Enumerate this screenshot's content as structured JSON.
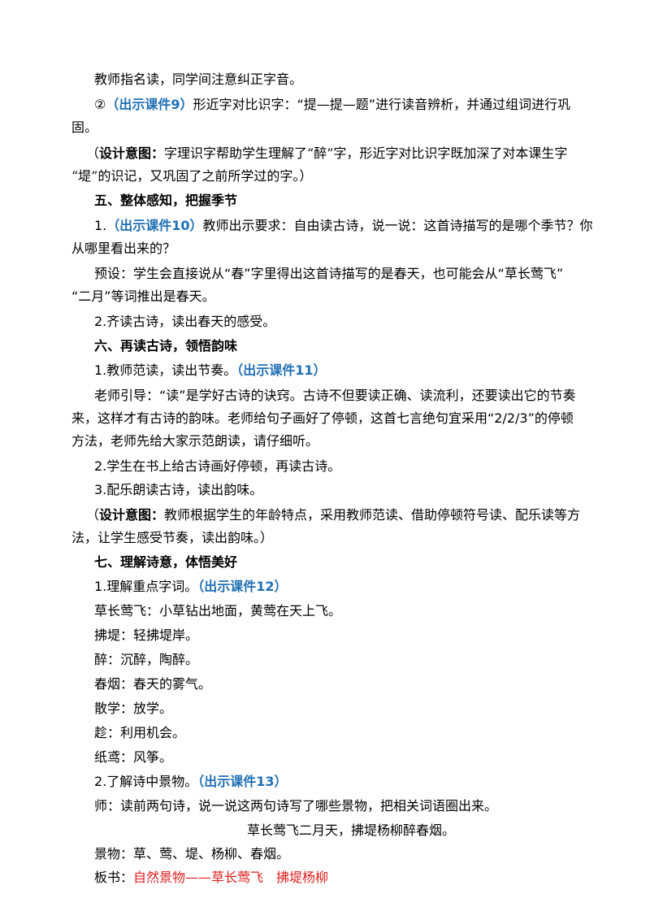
{
  "lines": {
    "p1": "教师指名读，同学间注意纠正字音。",
    "p2_num": "②",
    "p2_tag": "（出示课件9）",
    "p2_text": "形近字对比识字：“提—提—题”进行读音辨析，并通过组词进行巩",
    "p2_cont": "固。",
    "p3_open": "（",
    "p3_label": "设计意图：",
    "p3_text": "字理识字帮助学生理解了“醉”字，形近字对比识字既加深了对本课生字",
    "p3_cont": "“堤”的识记，又巩固了之前所学过的字。）",
    "h5": "五、整体感知，把握季节",
    "s5_1_num": "1.",
    "s5_1_tag": "（出示课件10）",
    "s5_1_text": "教师出示要求：自由读古诗，说一说：这首诗描写的是哪个季节？你",
    "s5_1_cont": "从哪里看出来的？",
    "s5_pre": "预设：学生会直接说从“春”字里得出这首诗描写的是春天，也可能会从“草长莺飞”",
    "s5_pre_cont": "“二月”等词推出是春天。",
    "s5_2": "2.齐读古诗，读出春天的感受。",
    "h6": "六、再读古诗，领悟韵味",
    "s6_1_text": "1.教师范读，读出节奏。",
    "s6_1_tag": "（出示课件11）",
    "s6_guide1": "老师引导：“读”是学好古诗的诀窍。古诗不但要读正确、读流利，还要读出它的节奏",
    "s6_guide2": "来，这样才有古诗的韵味。老师给句子画好了停顿，这首七言绝句宜采用“2/2/3”的停顿",
    "s6_guide3": "方法，老师先给大家示范朗读，请仔细听。",
    "s6_2": "2.学生在书上给古诗画好停顿，再读古诗。",
    "s6_3": "3.配乐朗读古诗，读出韵味。",
    "s6_d_open": "（",
    "s6_d_label": "设计意图：",
    "s6_d_text": "教师根据学生的年龄特点，采用教师范读、借助停顿符号读、配乐读等方",
    "s6_d_cont": "法，让学生感受节奏，读出韵味。）",
    "h7": "七、理解诗意，体悟美好",
    "s7_1_text": "1.理解重点字词。",
    "s7_1_tag": "（出示课件12）",
    "w1": "草长莺飞：小草钻出地面，黄莺在天上飞。",
    "w2": "拂堤：轻拂堤岸。",
    "w3": "醉：沉醉，陶醉。",
    "w4": "春烟：春天的雾气。",
    "w5": "散学：放学。",
    "w6": "趁：利用机会。",
    "w7": "纸鸢：风筝。",
    "s7_2_text": "2.了解诗中景物。",
    "s7_2_tag": "（出示课件13）",
    "s7_teacher": "师：读前两句诗，说一说这两句诗写了哪些景物，把相关词语圈出来。",
    "poem": "草长莺飞二月天，拂堤杨柳醉春烟。",
    "scenery": "景物：草、莺、堤、杨柳、春烟。",
    "board_label": "板书：",
    "board_text": "自然景物——草长莺飞　拂堤杨柳"
  },
  "colors": {
    "accent_blue": "#1f6fb4",
    "board_red": "#e21f1f"
  }
}
